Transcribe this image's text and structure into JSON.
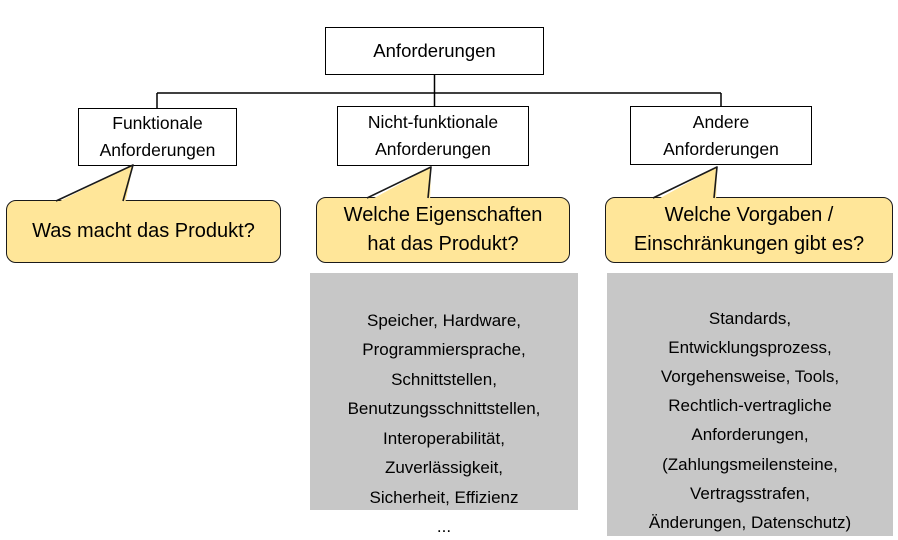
{
  "diagram_title": "Anforderungen",
  "tree": {
    "root": {
      "label": "Anforderungen"
    },
    "branches": [
      {
        "box": "Funktionale\nAnforderungen",
        "bubble": "Was macht das Produkt?",
        "details": ""
      },
      {
        "box": "Nicht-funktionale\nAnforderungen",
        "bubble": "Welche Eigenschaften\nhat das Produkt?",
        "details": "Speicher, Hardware,\nProgrammiersprache,\nSchnittstellen,\nBenutzungsschnittstellen,\nInteroperabilität,\nZuverlässigkeit,\nSicherheit, Effizienz\n..."
      },
      {
        "box": "Andere\nAnforderungen",
        "bubble": "Welche Vorgaben /\nEinschränkungen gibt es?",
        "details": "Standards,\nEntwicklungsprozess,\nVorgehensweise, Tools,\nRechtlich-vertragliche\nAnforderungen,\n(Zahlungsmeilensteine,\nVertragsstrafen,\nÄnderungen, Datenschutz)\n..."
      }
    ]
  },
  "colors": {
    "bubble_fill": "#FFE699",
    "bubble_border": "#1A1A1A",
    "panel_fill": "#C7C7C7",
    "box_fill": "#FFFFFF",
    "box_border": "#000000",
    "connector": "#000000",
    "text": "#000000",
    "background": "#FFFFFF"
  }
}
